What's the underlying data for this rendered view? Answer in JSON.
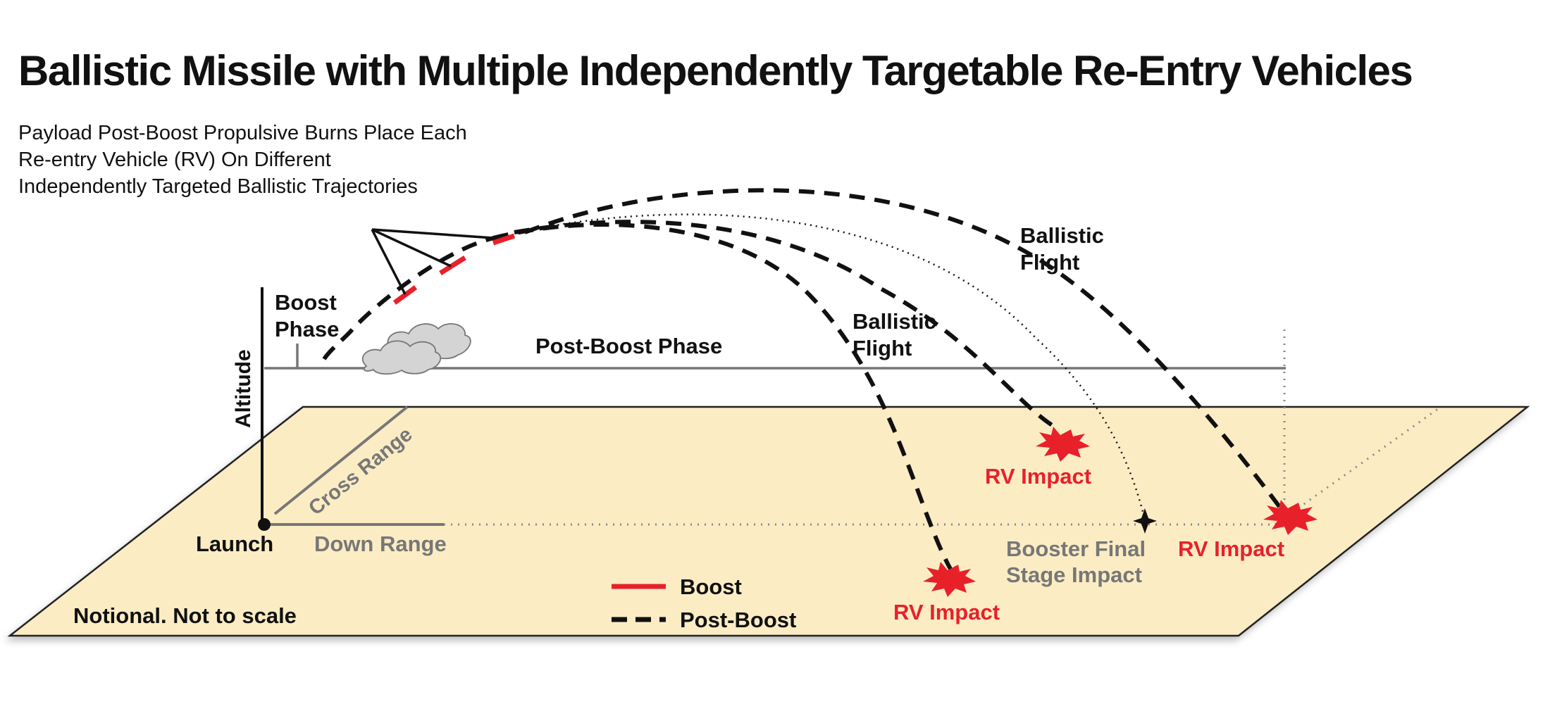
{
  "title": "Ballistic Missile with Multiple Independently Targetable Re-Entry Vehicles",
  "subtitle": [
    "Payload Post-Boost Propulsive Burns Place Each",
    "Re-entry Vehicle (RV) On Different",
    "Independently Targeted Ballistic Trajectories"
  ],
  "labels": {
    "altitude": "Altitude",
    "boost_phase_1": "Boost",
    "boost_phase_2": "Phase",
    "post_boost_phase": "Post-Boost Phase",
    "ballistic_flight_a1": "Ballistic",
    "ballistic_flight_a2": "Flight",
    "ballistic_flight_b1": "Ballistic",
    "ballistic_flight_b2": "Flight",
    "cross_range": "Cross Range",
    "down_range": "Down Range",
    "launch": "Launch",
    "booster_impact_1": "Booster Final",
    "booster_impact_2": "Stage Impact",
    "rv_impact_1": "RV Impact",
    "rv_impact_2": "RV Impact",
    "rv_impact_3": "RV Impact",
    "notional": "Notional. Not to scale"
  },
  "legend": [
    {
      "label": "Boost",
      "color": "#e8202a",
      "style": "solid"
    },
    {
      "label": "Post-Boost",
      "color": "#111111",
      "style": "dashed"
    }
  ],
  "colors": {
    "ground": "#fbecc4",
    "boost": "#e8202a",
    "trajectory": "#111111",
    "axis_grey": "#777777",
    "impact": "#e8202a",
    "cloud": "#d4d4d4"
  }
}
